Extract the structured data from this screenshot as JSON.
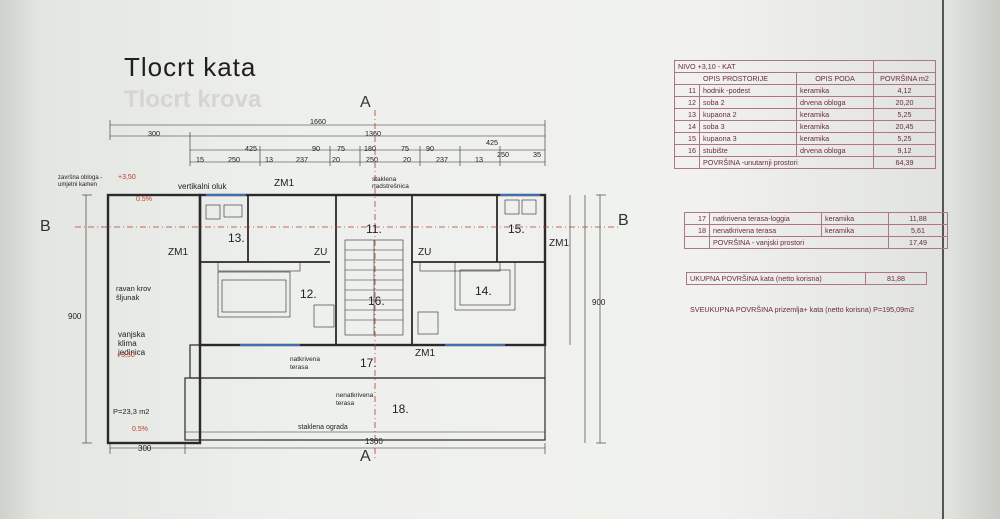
{
  "sheet": {
    "title": "Tlocrt kata",
    "faded_title": "Tlocrt krova"
  },
  "plan": {
    "section_marks": [
      "A",
      "A",
      "B",
      "B"
    ],
    "top_dims_row1": [
      "1660"
    ],
    "top_dims_row2": [
      "300",
      "1360"
    ],
    "top_dims_row3": [
      "425",
      "90",
      "75",
      "180",
      "75",
      "90",
      "425"
    ],
    "top_dims_row4": [
      "15",
      "250",
      "13",
      "237",
      "20",
      "250",
      "20",
      "237",
      "13",
      "250",
      "35"
    ],
    "room_numbers": [
      "11.",
      "12.",
      "13.",
      "14.",
      "15.",
      "16.",
      "17.",
      "18."
    ],
    "labels": {
      "vertikalni_oluk": "vertikalni oluk",
      "zm1": "ZM1",
      "zu": "ZU",
      "stoklena_nadstresnica": "staklena nadstrešnica",
      "ravan_krov": "ravan krov šljunak",
      "vanjska_klima": "vanjska klima jedinica",
      "zavrsna_obloga": "završna obloga - umjetni kamen",
      "natkrivena_terasa": "natkrivena terasa",
      "nenatkrivena_terasa": "nenatkrivena terasa",
      "staklena_ograda": "staklena ograda",
      "p_area": "P=23,3 m2",
      "level_plus350": "+3,50",
      "bottom_dim_300": "300",
      "bottom_dim_1360": "1360",
      "left_dim_900": "900",
      "right_dim_900": "900",
      "slope": "0.5%"
    }
  },
  "room_table": {
    "level": "NIVO +3,10 - KAT",
    "headers": [
      "OPIS PROSTORIJE",
      "OPIS PODA",
      "POVRŠINA m2"
    ],
    "rows": [
      {
        "no": "11",
        "name": "hodnik -podest",
        "floor": "keramika",
        "area": "4,12"
      },
      {
        "no": "12",
        "name": "soba 2",
        "floor": "drvena obloga",
        "area": "20,20"
      },
      {
        "no": "13",
        "name": "kupaona 2",
        "floor": "keramika",
        "area": "5,25"
      },
      {
        "no": "14",
        "name": "soba 3",
        "floor": "keramika",
        "area": "20,45"
      },
      {
        "no": "15",
        "name": "kupaona 3",
        "floor": "keramika",
        "area": "5,25"
      },
      {
        "no": "16",
        "name": "stubište",
        "floor": "drvena obloga",
        "area": "9,12"
      }
    ],
    "total_label": "POVRŠINA -unutarnji prostori",
    "total_value": "64,39"
  },
  "terrace_table": {
    "rows": [
      {
        "no": "17",
        "name": "natkrivena terasa-loggia",
        "floor": "keramika",
        "area": "11,88"
      },
      {
        "no": "18",
        "name": "nenatkrivena terasa",
        "floor": "keramika",
        "area": "5,61"
      }
    ],
    "total_label": "POVRŠINA - vanjski prostori",
    "total_value": "17,49"
  },
  "summary": {
    "useful_label": "UKUPNA POVRŠINA kata (netto korisna)",
    "useful_value": "81,88",
    "overall_text": "SVEUKUPNA POVRŠINA prizemlja+ kata (netto korisna) P=195,09m2"
  },
  "colors": {
    "ink": "#1f1f1f",
    "red": "#c0392b",
    "table": "#6a2c3c"
  }
}
